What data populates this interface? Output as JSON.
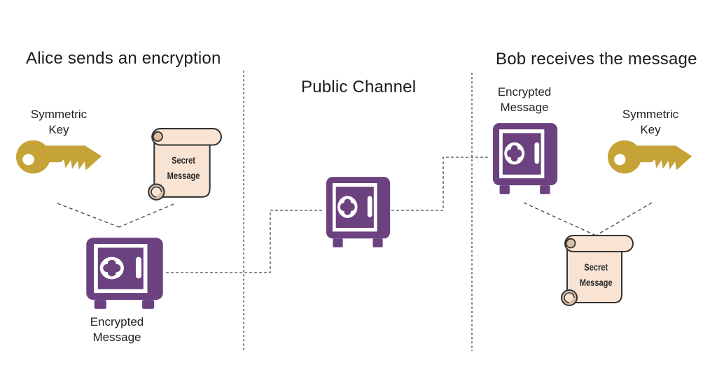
{
  "palette": {
    "key_gold": "#C6A336",
    "vault_purple": "#6B4180",
    "scroll_fill": "#F9E4D3",
    "scroll_curl": "#D9BEA8",
    "outline_dark": "#333333",
    "dashed_line_gray": "#4a4a4a",
    "text_dark": "#1b1b1b",
    "background": "#ffffff"
  },
  "icons": {
    "key": "gold-key-icon",
    "vault": "purple-safe-icon",
    "scroll": "parchment-scroll-icon"
  },
  "sections": {
    "alice": {
      "title": "Alice sends an encryption",
      "key_label": "Symmetric Key",
      "scroll_text": "Secret Message",
      "vault_label": "Encrypted Message"
    },
    "channel": {
      "title": "Public Channel"
    },
    "bob": {
      "title": "Bob receives the message",
      "vault_label": "Encrypted Message",
      "key_label": "Symmetric Key",
      "scroll_text": "Secret Message"
    }
  }
}
